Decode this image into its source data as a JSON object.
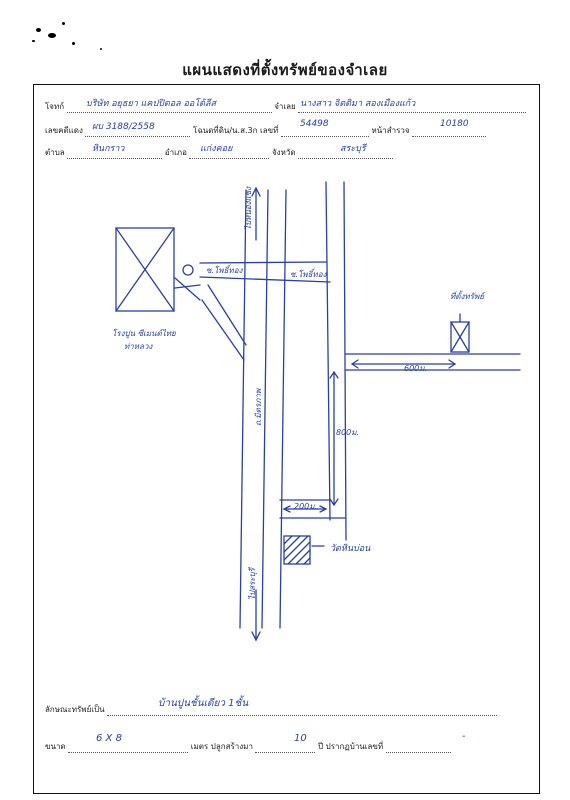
{
  "title": "แผนแสดงที่ตั้งทรัพย์ของจำเลย",
  "header": {
    "plaintiff_label": "โจทก์",
    "plaintiff_value": "บริษัท อยุธยา แคปปิตอล ออโต้ลีส",
    "defendant_label": "จำเลย",
    "defendant_value": "นางสาว จิตติมา สองเมืองแก้ว",
    "deed_label": "เลขคดีแดง",
    "deed_value": "ผบ 3188/2558",
    "title_deed_label": "โฉนดที่ดิน/น.ส.3ก เลขที่",
    "title_deed_value": "54498",
    "survey_page_label": "หน้าสำรวจ",
    "survey_page_value": "10180",
    "subdistrict_label": "ตำบล",
    "subdistrict_value": "หินกราว",
    "district_label": "อำเภอ",
    "district_value": "แก่งคอย",
    "province_label": "จังหวัด",
    "province_value": "สระบุรี"
  },
  "map": {
    "road_north": "ไปหนองแซง",
    "road_south": "ไปสระบุรี",
    "highway_label": "ถ.มิตรภาพ",
    "junction_a": "ซ.โพธิ์ทอง",
    "junction_b": "ซ.โพธิ์ทอง",
    "factory_label": "โรงปูน ซีเมนต์ไทย",
    "factory_sub": "ท่าหลวง",
    "property_label": "ที่ตั้งทรัพย์",
    "dist_600": "600ม.",
    "dist_800": "800ม.",
    "dist_200": "200ม.",
    "temple_label": "วัดหินบ่อน"
  },
  "footer": {
    "property_type_label": "ลักษณะทรัพย์เป็น",
    "property_type_value": "บ้านปูนชั้นเดียว 1ชั้น",
    "size_label": "ขนาด",
    "size_value": "6 X 8",
    "build_label": "เมตร ปลูกสร้างมา",
    "build_value": "10",
    "house_no_label": "ปี ปรากฏบ้านเลขที่",
    "house_no_value": "-"
  }
}
